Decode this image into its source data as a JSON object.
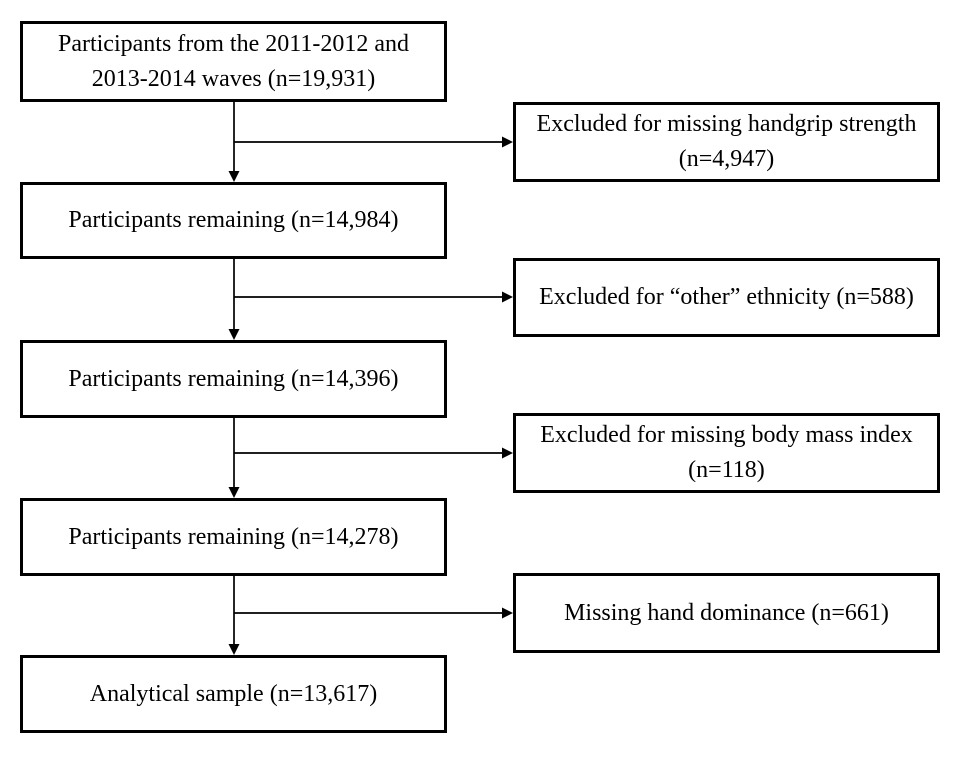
{
  "figure": {
    "type": "flowchart",
    "description": "Participant selection flow diagram with exclusion branches",
    "colors": {
      "background": "#ffffff",
      "box_border": "#000000",
      "text": "#000000",
      "arrow": "#000000"
    },
    "main_flow": [
      {
        "label": "Participants from the 2011-2012 and 2013-2014 waves (n=19,931)",
        "n": 19931
      },
      {
        "label": "Participants remaining (n=14,984)",
        "n": 14984
      },
      {
        "label": "Participants remaining (n=14,396)",
        "n": 14396
      },
      {
        "label": "Participants remaining (n=14,278)",
        "n": 14278
      },
      {
        "label": "Analytical sample (n=13,617)",
        "n": 13617
      }
    ],
    "exclusions": [
      {
        "label": "Excluded for missing handgrip strength (n=4,947)",
        "n": 4947
      },
      {
        "label": "Excluded for “other” ethnicity (n=588)",
        "n": 588
      },
      {
        "label": "Excluded for missing body mass index (n=118)",
        "n": 118
      },
      {
        "label": "Missing hand dominance (n=661)",
        "n": 661
      }
    ]
  }
}
